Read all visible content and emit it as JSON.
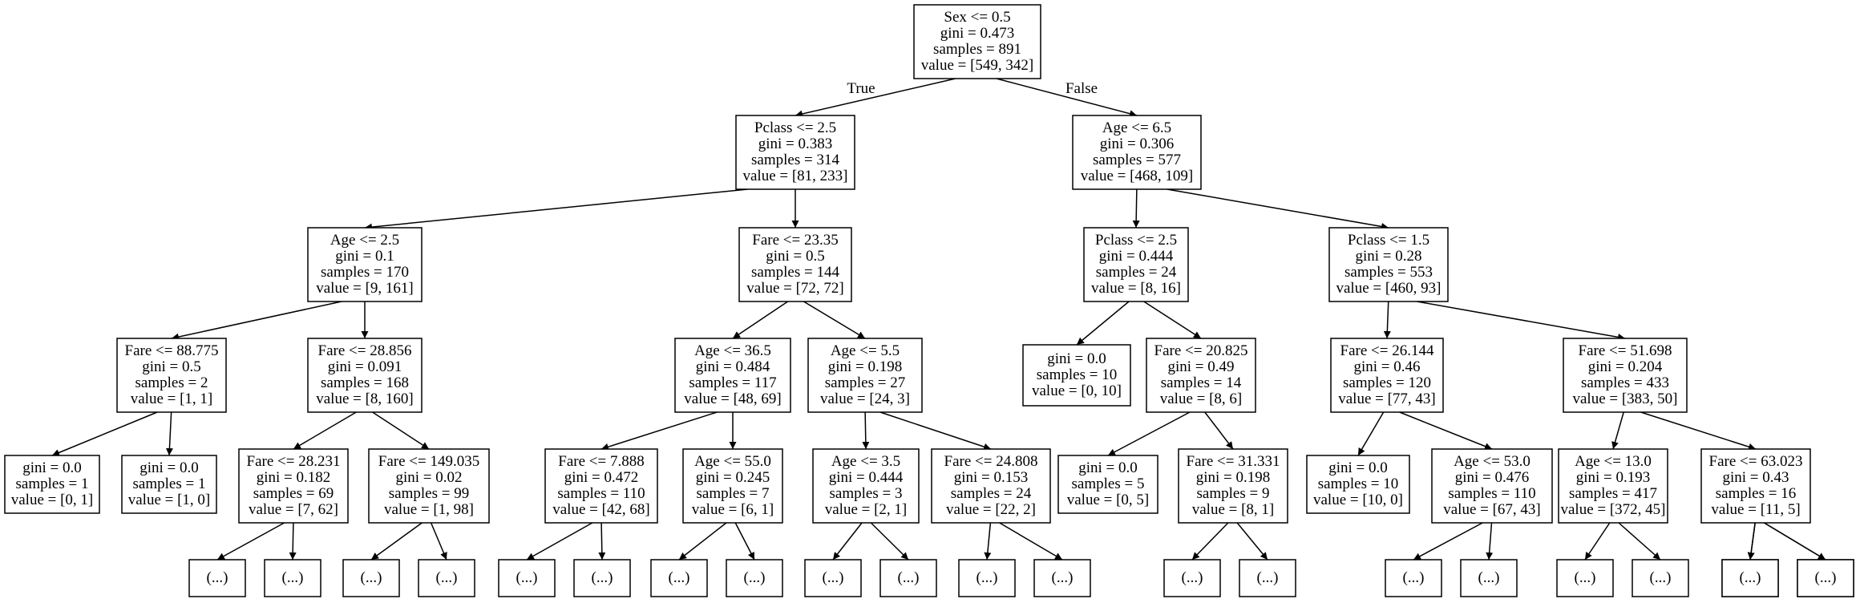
{
  "edge_labels": {
    "true_label": "True",
    "false_label": "False"
  },
  "tree": {
    "nodes": [
      {
        "id": "n0",
        "lines": [
          "Sex <= 0.5",
          "gini = 0.473",
          "samples = 891",
          "value = [549, 342]"
        ]
      },
      {
        "id": "n1",
        "lines": [
          "Pclass <= 2.5",
          "gini = 0.383",
          "samples = 314",
          "value = [81, 233]"
        ]
      },
      {
        "id": "n2",
        "lines": [
          "Age <= 6.5",
          "gini = 0.306",
          "samples = 577",
          "value = [468, 109]"
        ]
      },
      {
        "id": "n3",
        "lines": [
          "Age <= 2.5",
          "gini = 0.1",
          "samples = 170",
          "value = [9, 161]"
        ]
      },
      {
        "id": "n4",
        "lines": [
          "Fare <= 23.35",
          "gini = 0.5",
          "samples = 144",
          "value = [72, 72]"
        ]
      },
      {
        "id": "n5",
        "lines": [
          "Pclass <= 2.5",
          "gini = 0.444",
          "samples = 24",
          "value = [8, 16]"
        ]
      },
      {
        "id": "n6",
        "lines": [
          "Pclass <= 1.5",
          "gini = 0.28",
          "samples = 553",
          "value = [460, 93]"
        ]
      },
      {
        "id": "n7",
        "lines": [
          "Fare <= 88.775",
          "gini = 0.5",
          "samples = 2",
          "value = [1, 1]"
        ]
      },
      {
        "id": "n8",
        "lines": [
          "Fare <= 28.856",
          "gini = 0.091",
          "samples = 168",
          "value = [8, 160]"
        ]
      },
      {
        "id": "n9",
        "lines": [
          "Age <= 36.5",
          "gini = 0.484",
          "samples = 117",
          "value = [48, 69]"
        ]
      },
      {
        "id": "n10",
        "lines": [
          "Age <= 5.5",
          "gini = 0.198",
          "samples = 27",
          "value = [24, 3]"
        ]
      },
      {
        "id": "n11",
        "lines": [
          "gini = 0.0",
          "samples = 10",
          "value = [0, 10]"
        ]
      },
      {
        "id": "n12",
        "lines": [
          "Fare <= 20.825",
          "gini = 0.49",
          "samples = 14",
          "value = [8, 6]"
        ]
      },
      {
        "id": "n13",
        "lines": [
          "Fare <= 26.144",
          "gini = 0.46",
          "samples = 120",
          "value = [77, 43]"
        ]
      },
      {
        "id": "n14",
        "lines": [
          "Fare <= 51.698",
          "gini = 0.204",
          "samples = 433",
          "value = [383, 50]"
        ]
      },
      {
        "id": "n15",
        "lines": [
          "gini = 0.0",
          "samples = 1",
          "value = [0, 1]"
        ]
      },
      {
        "id": "n16",
        "lines": [
          "gini = 0.0",
          "samples = 1",
          "value = [1, 0]"
        ]
      },
      {
        "id": "n17",
        "lines": [
          "Fare <= 28.231",
          "gini = 0.182",
          "samples = 69",
          "value = [7, 62]"
        ]
      },
      {
        "id": "n18",
        "lines": [
          "Fare <= 149.035",
          "gini = 0.02",
          "samples = 99",
          "value = [1, 98]"
        ]
      },
      {
        "id": "n19",
        "lines": [
          "Fare <= 7.888",
          "gini = 0.472",
          "samples = 110",
          "value = [42, 68]"
        ]
      },
      {
        "id": "n20",
        "lines": [
          "Age <= 55.0",
          "gini = 0.245",
          "samples = 7",
          "value = [6, 1]"
        ]
      },
      {
        "id": "n21",
        "lines": [
          "Age <= 3.5",
          "gini = 0.444",
          "samples = 3",
          "value = [2, 1]"
        ]
      },
      {
        "id": "n22",
        "lines": [
          "Fare <= 24.808",
          "gini = 0.153",
          "samples = 24",
          "value = [22, 2]"
        ]
      },
      {
        "id": "n23",
        "lines": [
          "gini = 0.0",
          "samples = 5",
          "value = [0, 5]"
        ]
      },
      {
        "id": "n24",
        "lines": [
          "Fare <= 31.331",
          "gini = 0.198",
          "samples = 9",
          "value = [8, 1]"
        ]
      },
      {
        "id": "n25",
        "lines": [
          "gini = 0.0",
          "samples = 10",
          "value = [10, 0]"
        ]
      },
      {
        "id": "n26",
        "lines": [
          "Age <= 53.0",
          "gini = 0.476",
          "samples = 110",
          "value = [67, 43]"
        ]
      },
      {
        "id": "n27",
        "lines": [
          "Age <= 13.0",
          "gini = 0.193",
          "samples = 417",
          "value = [372, 45]"
        ]
      },
      {
        "id": "n28",
        "lines": [
          "Fare <= 63.023",
          "gini = 0.43",
          "samples = 16",
          "value = [11, 5]"
        ]
      },
      {
        "id": "t1",
        "lines": [
          "(...)"
        ]
      },
      {
        "id": "t2",
        "lines": [
          "(...)"
        ]
      },
      {
        "id": "t3",
        "lines": [
          "(...)"
        ]
      },
      {
        "id": "t4",
        "lines": [
          "(...)"
        ]
      },
      {
        "id": "t5",
        "lines": [
          "(...)"
        ]
      },
      {
        "id": "t6",
        "lines": [
          "(...)"
        ]
      },
      {
        "id": "t7",
        "lines": [
          "(...)"
        ]
      },
      {
        "id": "t8",
        "lines": [
          "(...)"
        ]
      },
      {
        "id": "t9",
        "lines": [
          "(...)"
        ]
      },
      {
        "id": "t10",
        "lines": [
          "(...)"
        ]
      },
      {
        "id": "t11",
        "lines": [
          "(...)"
        ]
      },
      {
        "id": "t12",
        "lines": [
          "(...)"
        ]
      },
      {
        "id": "t13",
        "lines": [
          "(...)"
        ]
      },
      {
        "id": "t14",
        "lines": [
          "(...)"
        ]
      },
      {
        "id": "t15",
        "lines": [
          "(...)"
        ]
      },
      {
        "id": "t16",
        "lines": [
          "(...)"
        ]
      },
      {
        "id": "t17",
        "lines": [
          "(...)"
        ]
      },
      {
        "id": "t18",
        "lines": [
          "(...)"
        ]
      },
      {
        "id": "t19",
        "lines": [
          "(...)"
        ]
      },
      {
        "id": "t20",
        "lines": [
          "(...)"
        ]
      },
      {
        "id": "t21",
        "lines": [
          "(...)"
        ]
      },
      {
        "id": "t22",
        "lines": [
          "(...)"
        ]
      }
    ],
    "edges": [
      [
        "n0",
        "n1"
      ],
      [
        "n0",
        "n2"
      ],
      [
        "n1",
        "n3"
      ],
      [
        "n1",
        "n4"
      ],
      [
        "n2",
        "n5"
      ],
      [
        "n2",
        "n6"
      ],
      [
        "n3",
        "n7"
      ],
      [
        "n3",
        "n8"
      ],
      [
        "n4",
        "n9"
      ],
      [
        "n4",
        "n10"
      ],
      [
        "n5",
        "n11"
      ],
      [
        "n5",
        "n12"
      ],
      [
        "n6",
        "n13"
      ],
      [
        "n6",
        "n14"
      ],
      [
        "n7",
        "n15"
      ],
      [
        "n7",
        "n16"
      ],
      [
        "n8",
        "n17"
      ],
      [
        "n8",
        "n18"
      ],
      [
        "n9",
        "n19"
      ],
      [
        "n9",
        "n20"
      ],
      [
        "n10",
        "n21"
      ],
      [
        "n10",
        "n22"
      ],
      [
        "n12",
        "n23"
      ],
      [
        "n12",
        "n24"
      ],
      [
        "n13",
        "n25"
      ],
      [
        "n13",
        "n26"
      ],
      [
        "n14",
        "n27"
      ],
      [
        "n14",
        "n28"
      ],
      [
        "n17",
        "t1"
      ],
      [
        "n17",
        "t2"
      ],
      [
        "n18",
        "t3"
      ],
      [
        "n18",
        "t4"
      ],
      [
        "n19",
        "t5"
      ],
      [
        "n19",
        "t6"
      ],
      [
        "n20",
        "t7"
      ],
      [
        "n20",
        "t8"
      ],
      [
        "n21",
        "t9"
      ],
      [
        "n21",
        "t10"
      ],
      [
        "n22",
        "t11"
      ],
      [
        "n22",
        "t12"
      ],
      [
        "n24",
        "t13"
      ],
      [
        "n24",
        "t14"
      ],
      [
        "n26",
        "t15"
      ],
      [
        "n26",
        "t16"
      ],
      [
        "n27",
        "t17"
      ],
      [
        "n27",
        "t18"
      ],
      [
        "n28",
        "t19"
      ],
      [
        "n28",
        "t20"
      ],
      [
        "n28",
        "t21"
      ],
      [
        "n28",
        "t22"
      ]
    ]
  }
}
